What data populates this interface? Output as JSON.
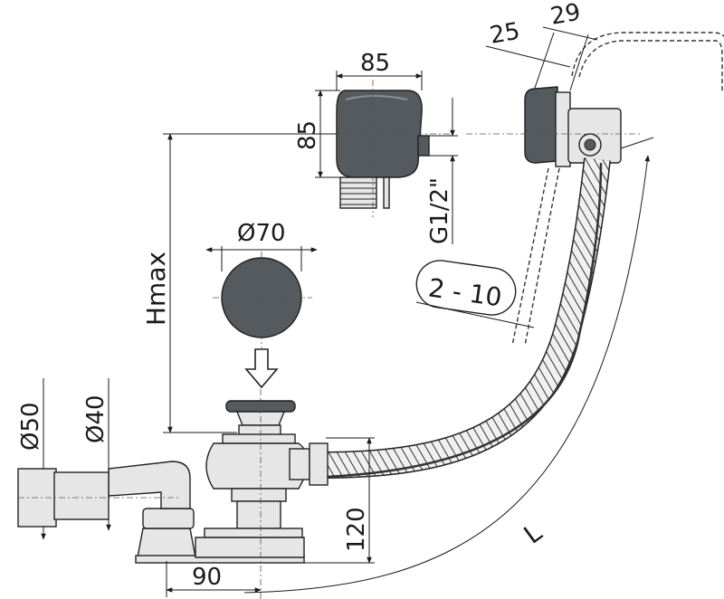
{
  "dimensions": {
    "d29": "29",
    "d25": "25",
    "head_width": "85",
    "head_height": "85",
    "thread": "G1/2\"",
    "cap_diameter": "Ø70",
    "range": "2 - 10",
    "height": "Hmax",
    "outlet_outer": "Ø50",
    "outlet_inner": "Ø40",
    "trap_height": "120",
    "trap_offset": "90",
    "hose_length": "L"
  },
  "colors": {
    "line": "#1a1a1a",
    "dark_part": "#555a5e",
    "light_part": "#e6e6e6"
  }
}
